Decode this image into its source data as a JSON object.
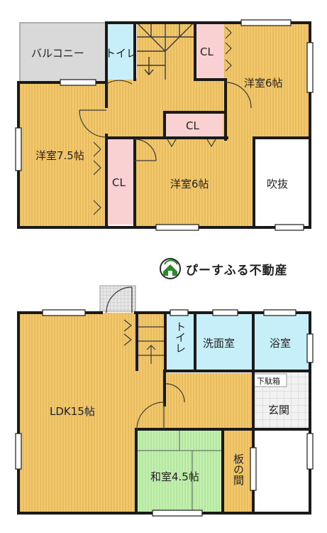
{
  "brand": {
    "name": "ぴーすふる不動産"
  },
  "floor2": {
    "rooms": {
      "balcony": "バルコニー",
      "toilet": "トイレ",
      "cl_top": "CL",
      "cl_mid": "CL",
      "cl_left": "CL",
      "western_6_top": "洋室6帖",
      "western_75": "洋室7.5帖",
      "western_6_center": "洋室6帖",
      "atrium": "吹抜"
    }
  },
  "floor1": {
    "rooms": {
      "ldk": "LDK15帖",
      "toilet": "トイレ",
      "washroom": "洗面室",
      "bathroom": "浴室",
      "shoe_box": "下駄箱",
      "entrance": "玄関",
      "japanese": "和室4.5帖",
      "itanoma": "板の間"
    }
  },
  "colors": {
    "wood": "#f3c970",
    "toilet": "#c6effa",
    "closet": "#f9d1d3",
    "tatami": "#c3f0b0",
    "tile": "#ececec",
    "balcony": "#d9d9d9",
    "wall": "#1a1a1a"
  }
}
